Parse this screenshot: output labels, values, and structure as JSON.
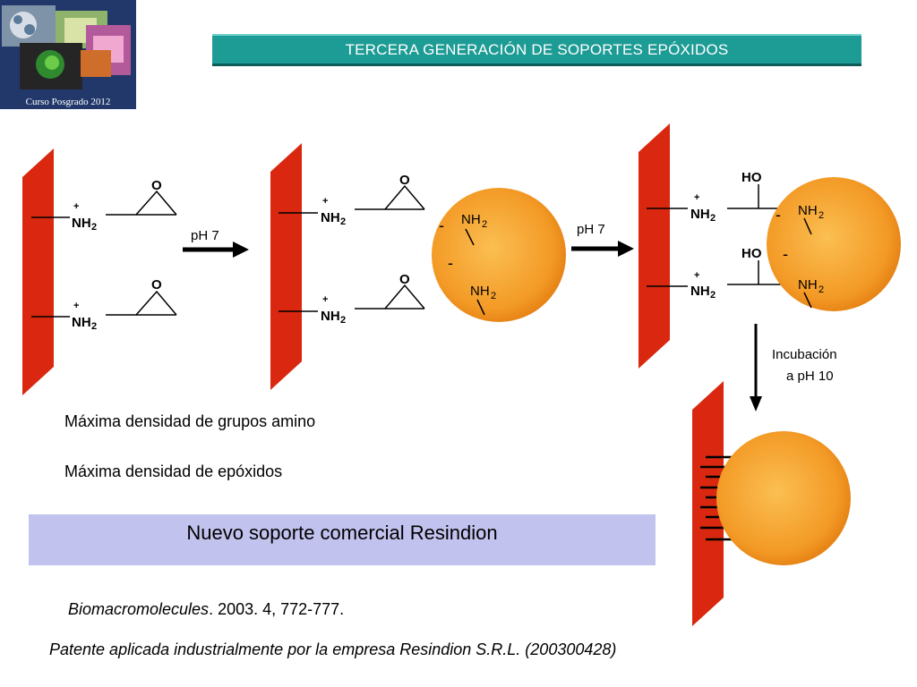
{
  "logo": {
    "caption": "Curso Posgrado 2012"
  },
  "title": "TERCERA GENERACIÓN DE SOPORTES EPÓXIDOS",
  "chem": {
    "nh2": "NH",
    "sub2": "2",
    "plus": "+",
    "minus": "-",
    "oxygen": "O",
    "hydroxyl": "HO"
  },
  "conditions": {
    "step1": "pH 7",
    "step2": "pH 7",
    "incubation_line1": "Incubación",
    "incubation_line2": "a pH 10"
  },
  "bullets": [
    "Máxima densidad de grupos amino",
    "Máxima densidad de epóxidos"
  ],
  "callout": "Nuevo soporte comercial Resindion",
  "references": {
    "journal": "Biomacromolecules",
    "citation": ". 2003. 4, 772-777.",
    "patent": "Patente aplicada industrialmente por la empresa Resindion S.R.L. (200300428)"
  },
  "colors": {
    "support": "#d9280f",
    "protein": "#f39a26",
    "banner": "#1d9b95",
    "callout_bg": "#c2c2ee"
  }
}
